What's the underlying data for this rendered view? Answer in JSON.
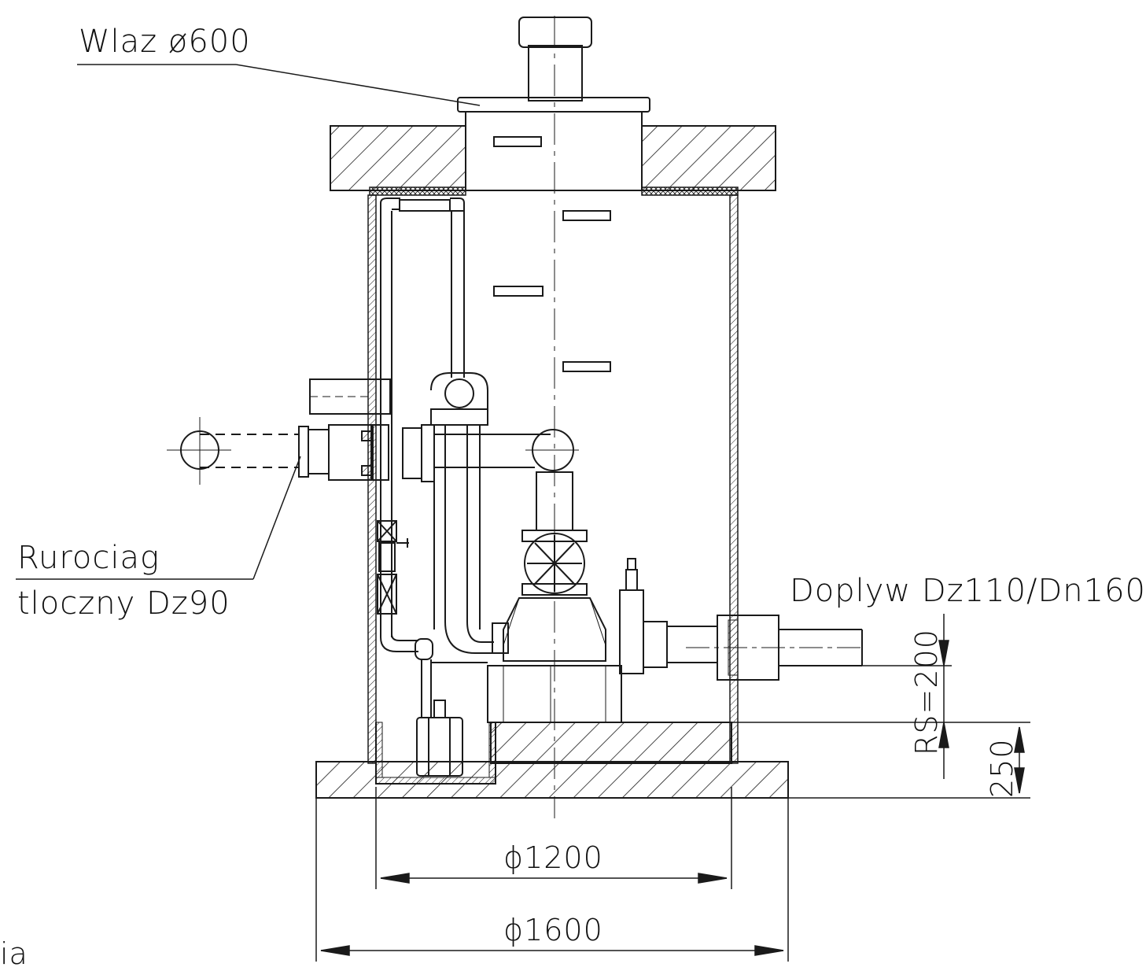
{
  "labels": {
    "manhole": "Wlaz ø600",
    "pipeline_line1": "Rurociag",
    "pipeline_line2": "tloczny Dz90",
    "inflow": "Doplyw Dz110/Dn160",
    "rs": "RS=200",
    "depth": "250",
    "inner_diameter": "ϕ1200",
    "outer_diameter": "ϕ1600",
    "cut_text": "ia"
  },
  "colors": {
    "line": "#1a1a1a",
    "background": "#ffffff"
  }
}
